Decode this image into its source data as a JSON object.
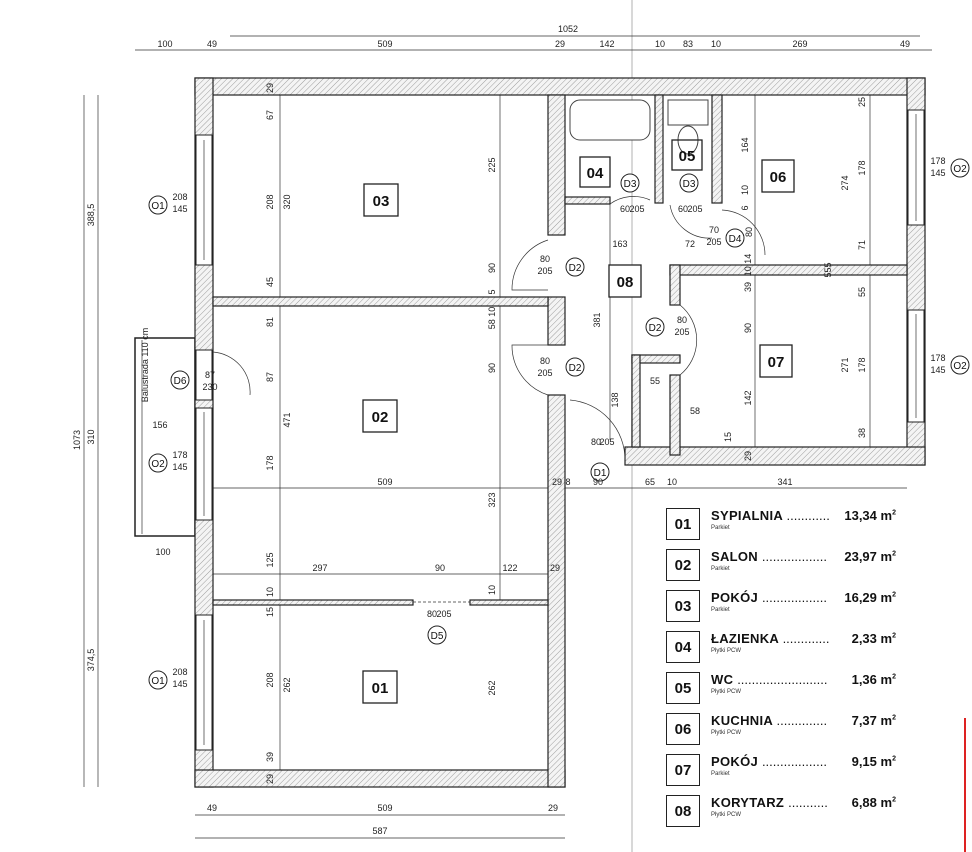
{
  "rooms": {
    "r01": "01",
    "r02": "02",
    "r03": "03",
    "r04": "04",
    "r05": "05",
    "r06": "06",
    "r07": "07",
    "r08": "08"
  },
  "openings": {
    "o1a": {
      "tag": "O1",
      "w": "208",
      "h": "145"
    },
    "o2a": {
      "tag": "O2",
      "w": "178",
      "h": "145"
    },
    "o1b": {
      "tag": "O1",
      "w": "208",
      "h": "145"
    },
    "o2r1": {
      "tag": "O2",
      "w": "178",
      "h": "145"
    },
    "o2r2": {
      "tag": "O2",
      "w": "178",
      "h": "145"
    },
    "d6": {
      "tag": "D6",
      "w": "87",
      "h": "230"
    },
    "d2a": {
      "tag": "D2",
      "w": "80",
      "h": "205"
    },
    "d2b": {
      "tag": "D2",
      "w": "80",
      "h": "205"
    },
    "d2c": {
      "tag": "D2",
      "w": "80",
      "h": "205"
    },
    "d3a": {
      "tag": "D3",
      "w": "60",
      "h": "205"
    },
    "d3b": {
      "tag": "D3",
      "w": "60",
      "h": "205"
    },
    "d4": {
      "tag": "D4",
      "w": "70",
      "h": "205"
    },
    "d1": {
      "tag": "D1",
      "w": "80",
      "h": "205"
    },
    "d5": {
      "tag": "D5",
      "w": "80",
      "h": "205"
    }
  },
  "balcony": {
    "note": "Balustrada 110 cm",
    "dim": "156"
  },
  "dims": {
    "top": [
      "1052",
      "100",
      "49",
      "509",
      "29",
      "142",
      "10",
      "83",
      "10",
      "269",
      "49"
    ],
    "left": [
      "388,5",
      "1073",
      "310",
      "374,5"
    ],
    "bottom": [
      "49",
      "509",
      "29",
      "587"
    ],
    "middle": [
      "509",
      "100",
      "297",
      "90",
      "122",
      "29",
      "29",
      "8",
      "90",
      "65",
      "10",
      "341"
    ],
    "r03": [
      "29",
      "67",
      "208",
      "320",
      "45",
      "225",
      "90",
      "5"
    ],
    "r02": [
      "81",
      "87",
      "178",
      "471",
      "125",
      "10",
      "15",
      "58 10",
      "90",
      "323",
      "10"
    ],
    "r01": [
      "208",
      "262",
      "39",
      "29",
      "262"
    ],
    "r08": [
      "381",
      "163",
      "72",
      "138",
      "55",
      "58",
      "15"
    ],
    "r06": [
      "164",
      "10",
      "6",
      "80",
      "10 14",
      "25",
      "178",
      "274",
      "71",
      "555"
    ],
    "r07": [
      "39",
      "90",
      "142",
      "29",
      "55",
      "271",
      "178",
      "38"
    ]
  },
  "legend": [
    {
      "num": "01",
      "name": "SYPIALNIA",
      "floor": "Parkiet",
      "area": "13,34",
      "unit": "m",
      "sup": "2"
    },
    {
      "num": "02",
      "name": "SALON",
      "floor": "Parkiet",
      "area": "23,97",
      "unit": "m",
      "sup": "2"
    },
    {
      "num": "03",
      "name": "POKÓJ",
      "floor": "Parkiet",
      "area": "16,29",
      "unit": "m",
      "sup": "2"
    },
    {
      "num": "04",
      "name": "ŁAZIENKA",
      "floor": "Płytki PCW",
      "area": "2,33",
      "unit": "m",
      "sup": "2"
    },
    {
      "num": "05",
      "name": "WC",
      "floor": "Płytki PCW",
      "area": "1,36",
      "unit": "m",
      "sup": "2"
    },
    {
      "num": "06",
      "name": "KUCHNIA",
      "floor": "Płytki PCW",
      "area": "7,37",
      "unit": "m",
      "sup": "2"
    },
    {
      "num": "07",
      "name": "POKÓJ",
      "floor": "Parkiet",
      "area": "9,15",
      "unit": "m",
      "sup": "2"
    },
    {
      "num": "08",
      "name": "KORYTARZ",
      "floor": "Płytki PCW",
      "area": "6,88",
      "unit": "m",
      "sup": "2"
    }
  ]
}
